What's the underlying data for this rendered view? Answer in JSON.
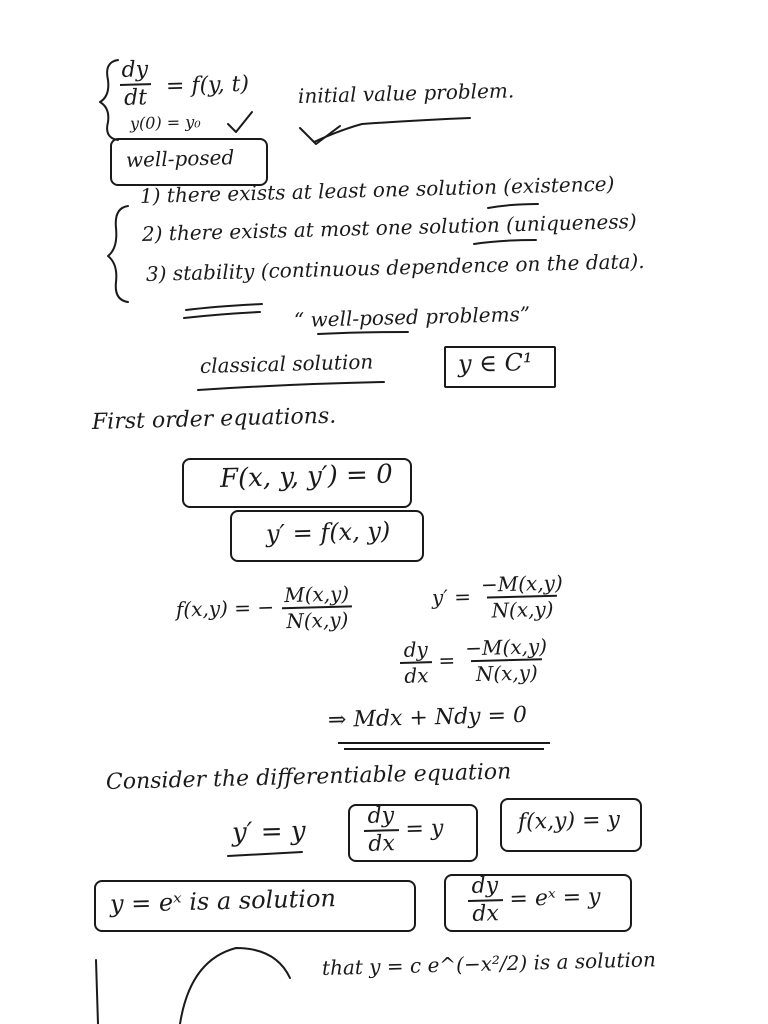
{
  "ivp": {
    "dy_num": "dy",
    "dt_den": "dt",
    "rhs": "= f(y, t)",
    "initial": "y(0) = y₀",
    "label": "initial value problem."
  },
  "well_posed_box": "well-posed",
  "conditions": [
    "1) there exists at least one solution (existence)",
    "2) there exists at most one solution (uniqueness)",
    "3) stability (continuous dependence on the data)."
  ],
  "well_posed_problems": "“ well-posed problems”",
  "classical_solution": "classical solution",
  "y_in_c1": "y ∈ C¹",
  "first_order_heading": "First order equations.",
  "general_form": "F(x, y, y′) = 0",
  "explicit_form": "y′ = f(x, y)",
  "f_def": {
    "lhs": "f(x,y) = −",
    "num": "M(x,y)",
    "den": "N(x,y)"
  },
  "yprime_def": {
    "lhs": "y′ =",
    "num": "−M(x,y)",
    "den": "N(x,y)"
  },
  "dydx_def": {
    "num_l": "dy",
    "den_l": "dx",
    "eq": "=",
    "num": "−M(x,y)",
    "den": "N(x,y)"
  },
  "implies": "⇒  Mdx + Ndy = 0",
  "consider": "Consider the differentiable equation",
  "eq1": "y′ = y",
  "eq2": {
    "num": "dy",
    "den": "dx",
    "rhs": "= y"
  },
  "eq3": "f(x,y) = y",
  "solution_box": "y = eˣ   is a solution",
  "check": {
    "num": "dy",
    "den": "dx",
    "rhs": "= eˣ = y"
  },
  "bottom_partial": "that  y = c e^(−x²/2)  is a solution"
}
